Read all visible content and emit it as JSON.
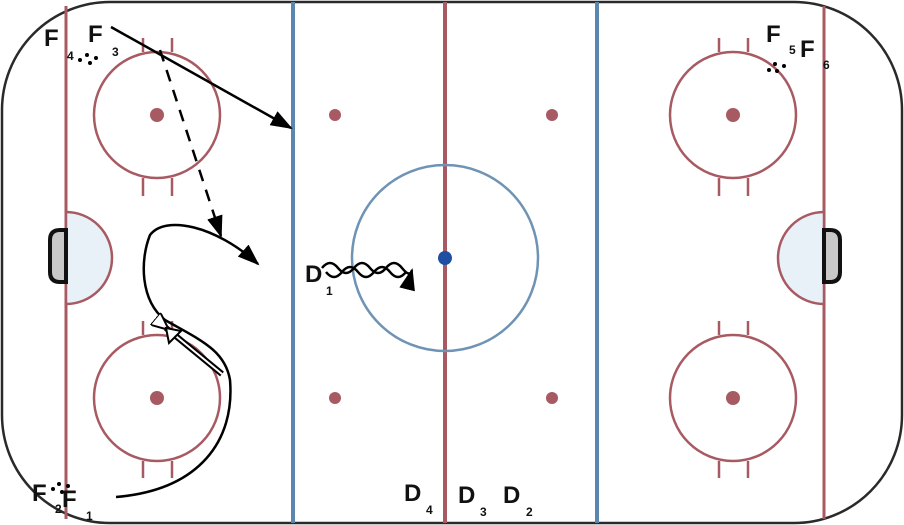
{
  "diagram": {
    "type": "ice-hockey-drill",
    "colors": {
      "boards": "#2a2a2a",
      "red_line": "#a85a62",
      "blue_line": "#5b86ad",
      "faceoff_circle": "#a85a62",
      "center_circle": "#6f93b5",
      "center_dot": "#1f4fa3",
      "crease_fill": "#e8f0f8",
      "net_fill": "#c8c8c8",
      "path": "#000000"
    },
    "players": {
      "F4": {
        "letter": "F",
        "num": "4"
      },
      "F3": {
        "letter": "F",
        "num": "3"
      },
      "F5": {
        "letter": "F",
        "num": "5"
      },
      "F6": {
        "letter": "F",
        "num": "6"
      },
      "F2": {
        "letter": "F",
        "num": "2"
      },
      "F1": {
        "letter": "F",
        "num": "1"
      },
      "D1": {
        "letter": "D",
        "num": "1"
      },
      "D4": {
        "letter": "D",
        "num": "4"
      },
      "D3": {
        "letter": "D",
        "num": "3"
      },
      "D2": {
        "letter": "D",
        "num": "2"
      }
    },
    "paths": [
      {
        "name": "pass-F3-to-blue-line",
        "style": "solid-arrow"
      },
      {
        "name": "skate-F3-dashed",
        "style": "dashed-arrow"
      },
      {
        "name": "skate-F1-curl",
        "style": "solid-arrow"
      },
      {
        "name": "pass-backward",
        "style": "double-arrow"
      },
      {
        "name": "D1-puck-carry",
        "style": "wavy-arrow"
      }
    ]
  }
}
